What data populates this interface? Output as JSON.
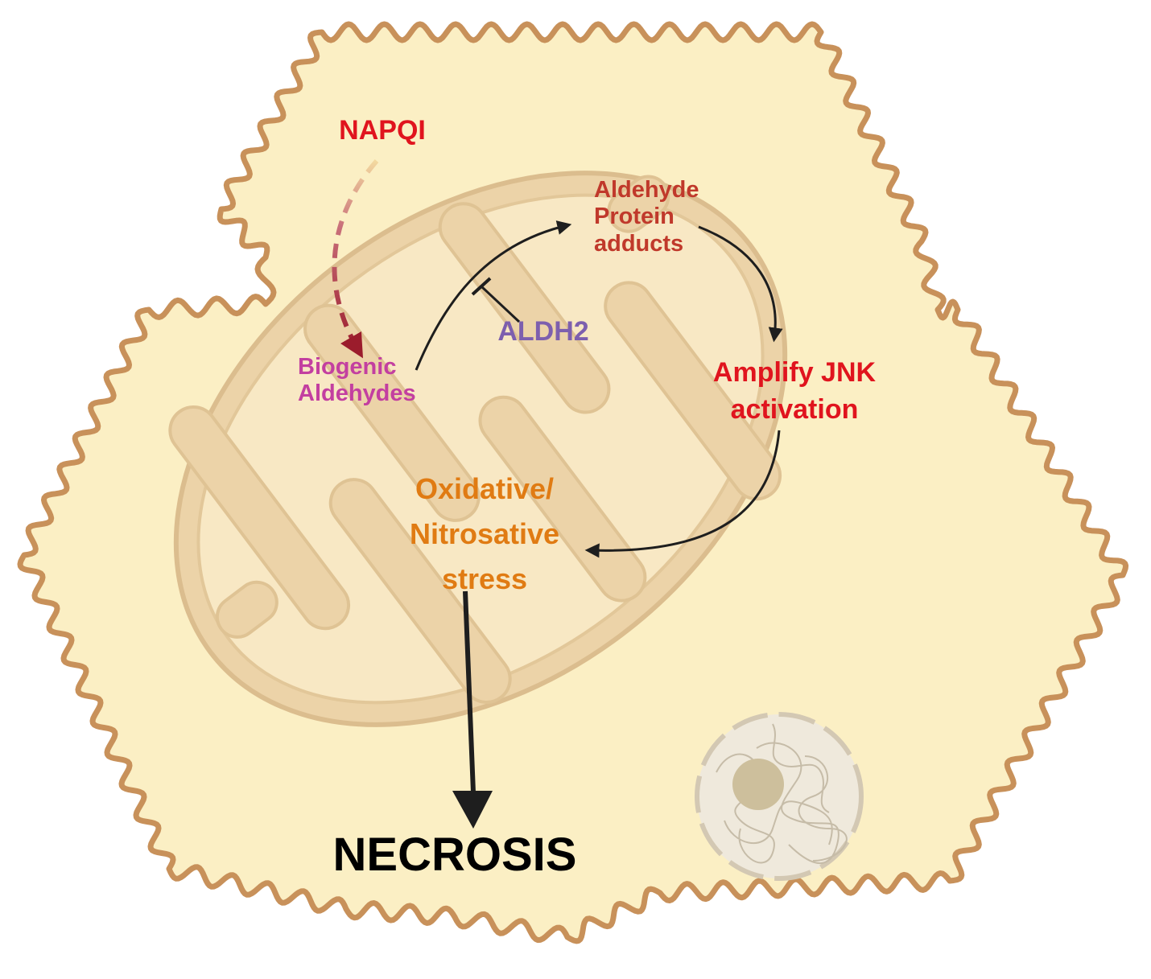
{
  "labels": {
    "napqi": "NAPQI",
    "biogenic": [
      "Biogenic",
      "Aldehydes"
    ],
    "adducts": [
      "Aldehyde",
      "Protein",
      "adducts"
    ],
    "aldh2": "ALDH2",
    "jnk": [
      "Amplify JNK",
      "activation"
    ],
    "stress": [
      "Oxidative/",
      "Nitrosative",
      "stress"
    ],
    "necrosis": "NECROSIS"
  },
  "colors": {
    "cell_fill": "#fbefc4",
    "cell_stroke": "#c8915a",
    "mito_outer": "#ecd3a8",
    "mito_inner": "#f8e8c4",
    "napqi": "#e0141e",
    "biogenic": "#c33fa0",
    "adducts": "#c0392b",
    "aldh2": "#7d5fae",
    "jnk": "#e0141e",
    "stress": "#e07b13",
    "necrosis": "#000000",
    "dashed_arrow": "#9b1c2c",
    "arrow": "#1e1e1e"
  }
}
